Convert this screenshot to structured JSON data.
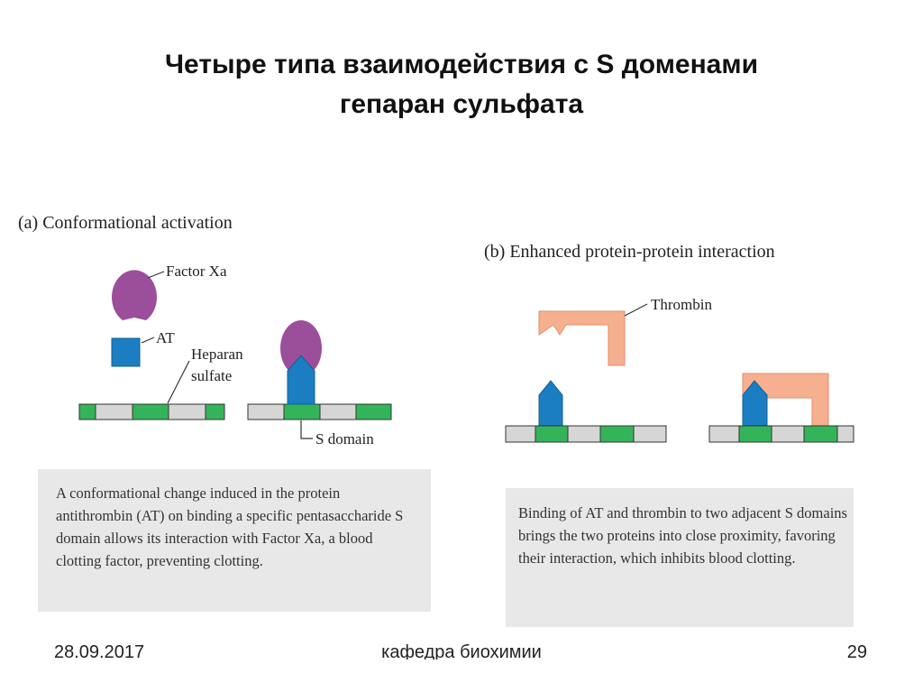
{
  "slide": {
    "title_line1": "Четыре типа взаимодействия  с S доменами",
    "title_line2": "гепаран сульфата"
  },
  "panel_a": {
    "heading": "(a) Conformational activation",
    "factor_xa_label": "Factor Xa",
    "at_label": "AT",
    "heparan_label_line1": "Heparan",
    "heparan_label_line2": "sulfate",
    "s_domain_label": "S domain",
    "caption": "A conformational change induced in the protein antithrombin (AT) on binding a specific pentasaccharide S domain allows its interaction with Factor Xa, a blood clotting factor, preventing clotting."
  },
  "panel_b": {
    "heading": "(b) Enhanced protein-protein interaction",
    "thrombin_label": "Thrombin",
    "caption": "Binding of AT and thrombin to two adjacent S domains brings the two proteins into close proximity, favoring their interaction, which inhibits blood clotting."
  },
  "footer": {
    "date": "28.09.2017",
    "department": "кафедра биохимии",
    "page_number": "29"
  },
  "colors": {
    "factor_xa": "#9b4f9a",
    "at_protein": "#1b7ec2",
    "thrombin": "#f7b08f",
    "s_domain": "#34b45a",
    "heparan_segment": "#d6d6d6",
    "caption_box": "#e8e8e8"
  }
}
